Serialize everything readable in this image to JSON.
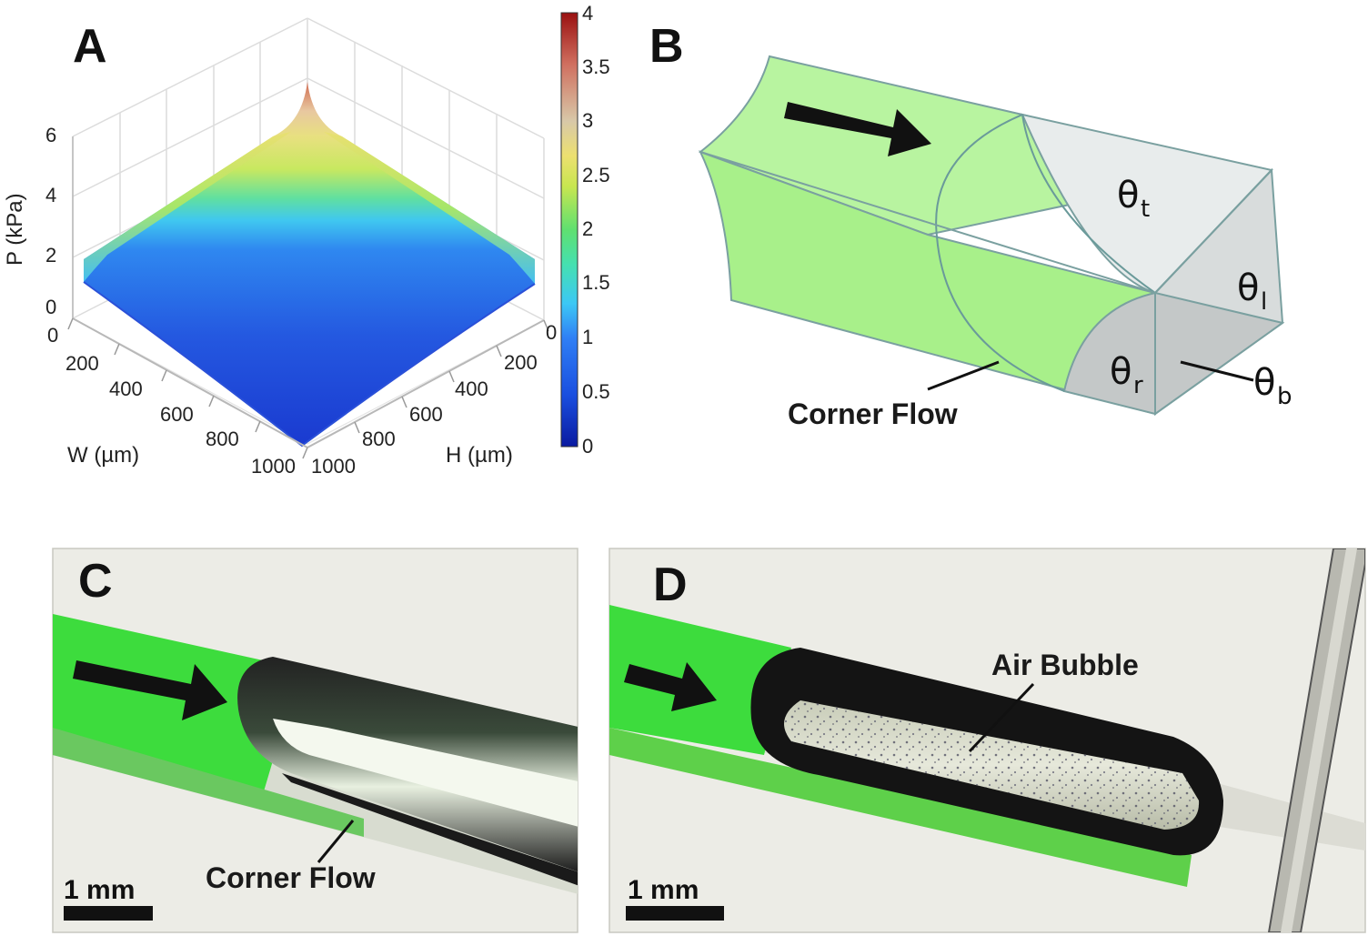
{
  "panels": {
    "a": {
      "letter": "A",
      "z_axis_label": "P (kPa)",
      "z_ticks": [
        "0",
        "2",
        "4",
        "6"
      ],
      "w_axis_label": "W (µm)",
      "w_ticks": [
        "0",
        "200",
        "400",
        "600",
        "800",
        "1000"
      ],
      "h_axis_label": "H (µm)",
      "h_ticks": [
        "0",
        "200",
        "400",
        "600",
        "800",
        "1000"
      ],
      "colorbar_ticks": [
        "4",
        "3.5",
        "3",
        "2.5",
        "2",
        "1.5",
        "1",
        "0.5",
        "0"
      ]
    },
    "b": {
      "letter": "B",
      "corner_flow_label": "Corner Flow",
      "theta_t": {
        "symbol": "θ",
        "sub": "t"
      },
      "theta_l": {
        "symbol": "θ",
        "sub": "l"
      },
      "theta_r": {
        "symbol": "θ",
        "sub": "r"
      },
      "theta_b": {
        "symbol": "θ",
        "sub": "b"
      }
    },
    "c": {
      "letter": "C",
      "corner_flow_label": "Corner Flow",
      "scale_label": "1 mm"
    },
    "d": {
      "letter": "D",
      "air_bubble_label": "Air Bubble",
      "scale_label": "1 mm"
    }
  },
  "chart_data": {
    "type": "surface",
    "xlabel": "W (µm)",
    "ylabel": "H (µm)",
    "zlabel": "P (kPa)",
    "xlim": [
      0,
      1000
    ],
    "ylim": [
      0,
      1000
    ],
    "zlim": [
      0,
      6
    ],
    "colorbar": {
      "min": 0,
      "max": 4,
      "colormap": "jet"
    },
    "surface_corner_values": {
      "W0_H0": 4.0,
      "W0_H1000": 1.8,
      "W1000_H0": 1.8,
      "W1000_H1000": 0.3
    }
  },
  "colors": {
    "fluid_green": "#a8f08a",
    "image_green": "#3ddc3d",
    "dark": "#111111"
  }
}
